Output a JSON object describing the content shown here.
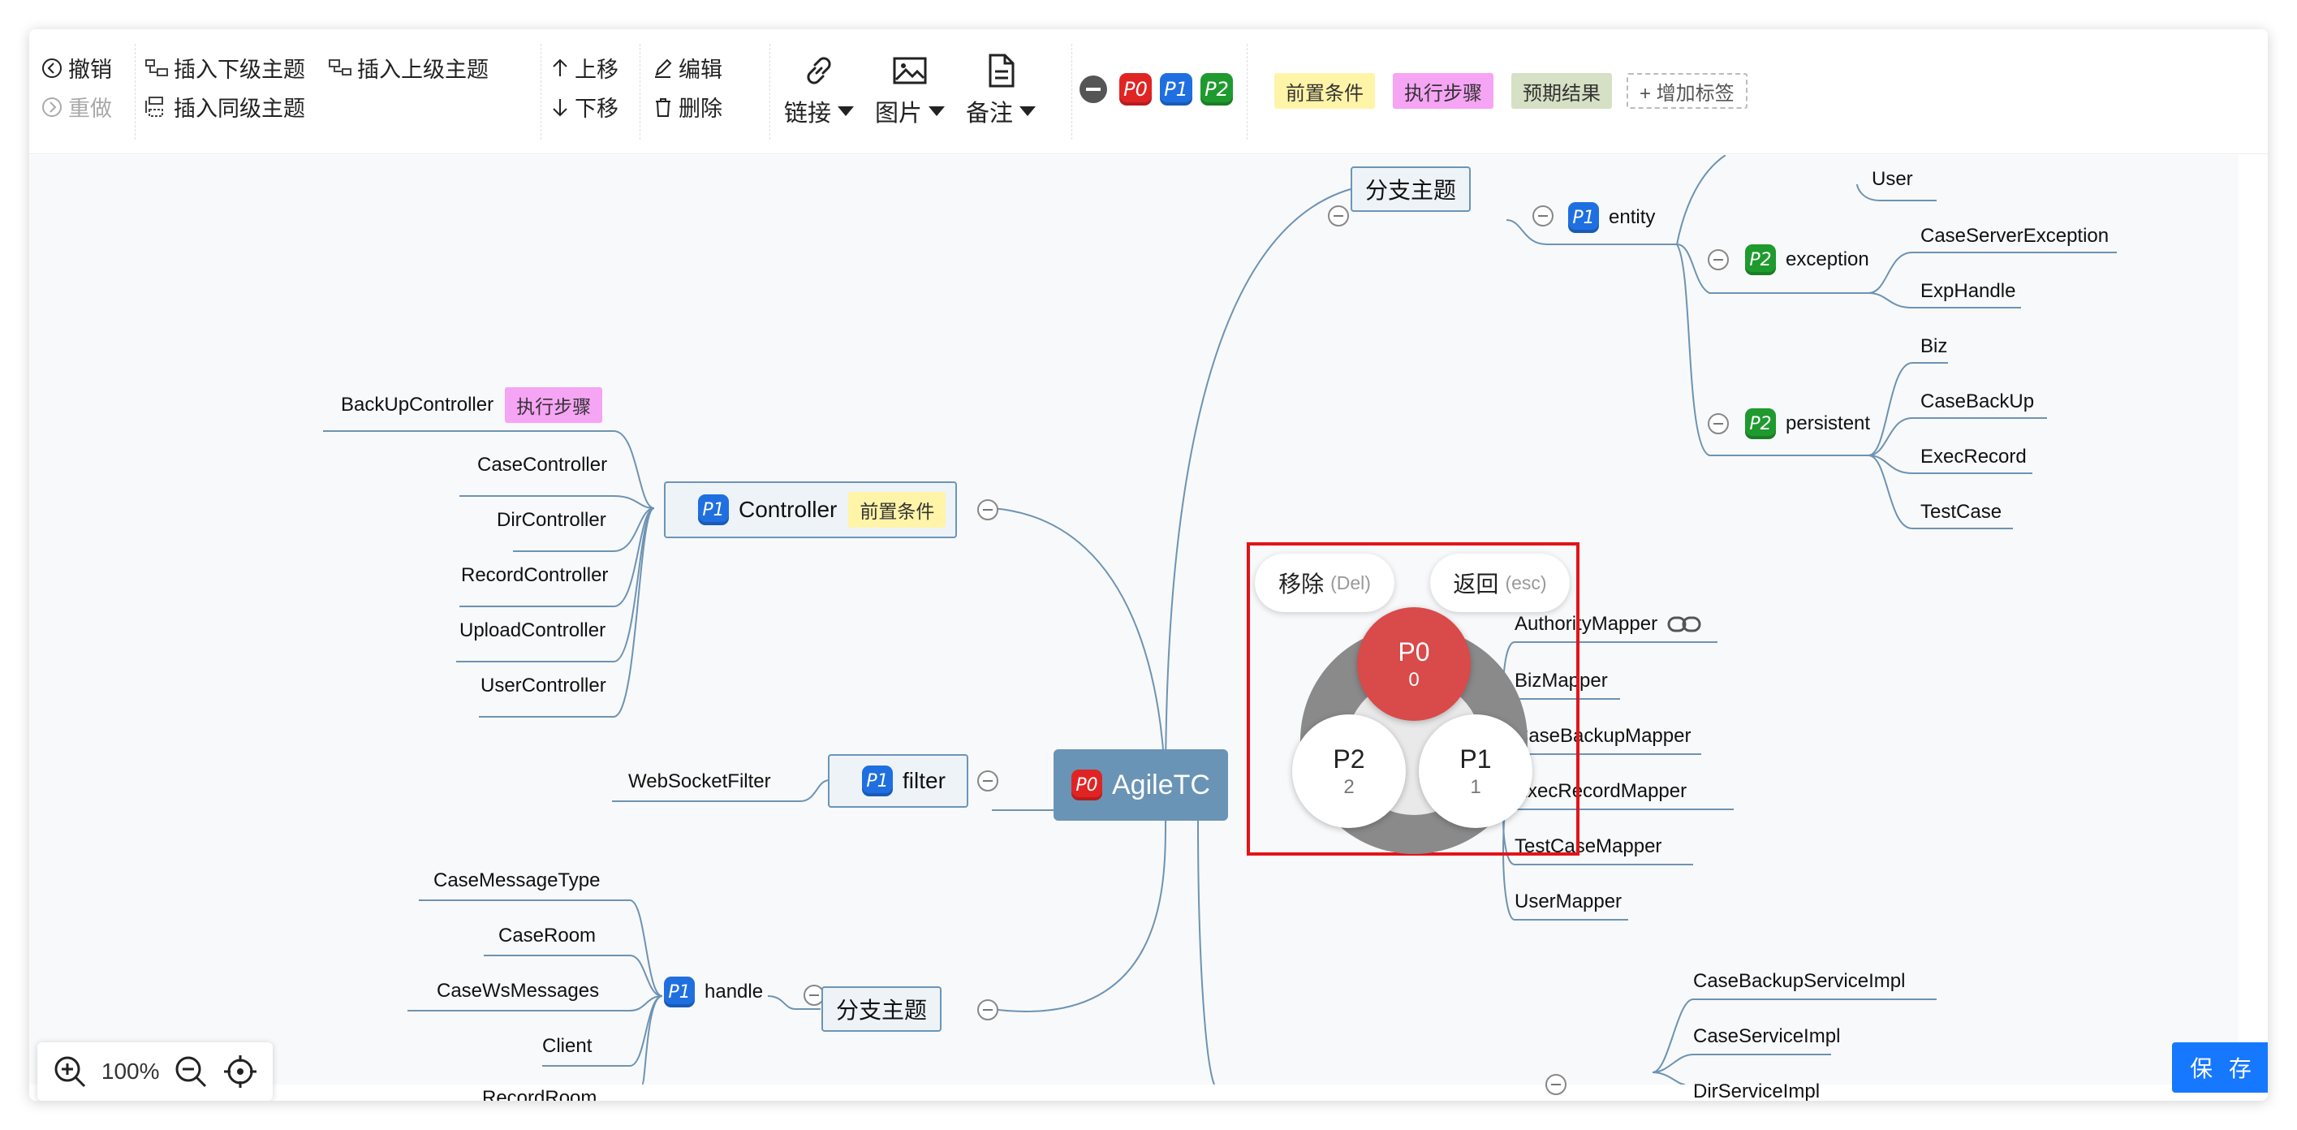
{
  "toolbar": {
    "undo": "撤销",
    "redo": "重做",
    "insert_child": "插入下级主题",
    "insert_parent": "插入上级主题",
    "insert_sibling": "插入同级主题",
    "move_up": "上移",
    "move_down": "下移",
    "edit": "编辑",
    "delete": "删除",
    "link": "链接",
    "image": "图片",
    "note": "备注",
    "priorities": [
      "P0",
      "P1",
      "P2"
    ],
    "tags": {
      "pre": "前置条件",
      "step": "执行步骤",
      "result": "预期结果",
      "add": "+ 增加标签"
    }
  },
  "mindmap": {
    "root": {
      "priority": "P0",
      "label": "AgileTC"
    },
    "branch_top": {
      "label": "分支主题"
    },
    "entity": {
      "priority": "P1",
      "label": "entity"
    },
    "exception": {
      "priority": "P2",
      "label": "exception",
      "children": [
        "CaseServerException",
        "ExpHandle"
      ]
    },
    "persistent": {
      "priority": "P2",
      "label": "persistent",
      "children": [
        "Biz",
        "CaseBackUp",
        "ExecRecord",
        "TestCase"
      ]
    },
    "controller": {
      "priority": "P1",
      "label": "Controller",
      "tag": "前置条件",
      "children": [
        "BackUpController",
        "CaseController",
        "DirController",
        "RecordController",
        "UploadController",
        "UserController"
      ],
      "first_child_tag": "执行步骤"
    },
    "filter": {
      "priority": "P1",
      "label": "filter",
      "children": [
        "WebSocketFilter"
      ]
    },
    "branch_bottom": {
      "label": "分支主题"
    },
    "handle": {
      "priority": "P1",
      "label": "handle",
      "children": [
        "CaseMessageType",
        "CaseRoom",
        "CaseWsMessages",
        "Client",
        "RecordRoom"
      ]
    },
    "mappers": [
      "AuthorityMapper",
      "BizMapper",
      "CaseBackupMapper",
      "ExecRecordMapper",
      "TestCaseMapper",
      "UserMapper"
    ],
    "services": [
      "CaseBackupServiceImpl",
      "CaseServiceImpl",
      "DirServiceImpl"
    ],
    "partial_top": "User"
  },
  "popup": {
    "remove": "移除",
    "remove_hint": "(Del)",
    "back": "返回",
    "back_hint": "(esc)",
    "options": [
      {
        "label": "P0",
        "value": "0"
      },
      {
        "label": "P2",
        "value": "2"
      },
      {
        "label": "P1",
        "value": "1"
      }
    ]
  },
  "zoom": {
    "level": "100%"
  },
  "save": "保 存",
  "colors": {
    "p0": "#e02424",
    "p1": "#1f6fe0",
    "p2": "#1f9a2e",
    "accent": "#1677ff",
    "popup_outline": "#e3131a"
  }
}
